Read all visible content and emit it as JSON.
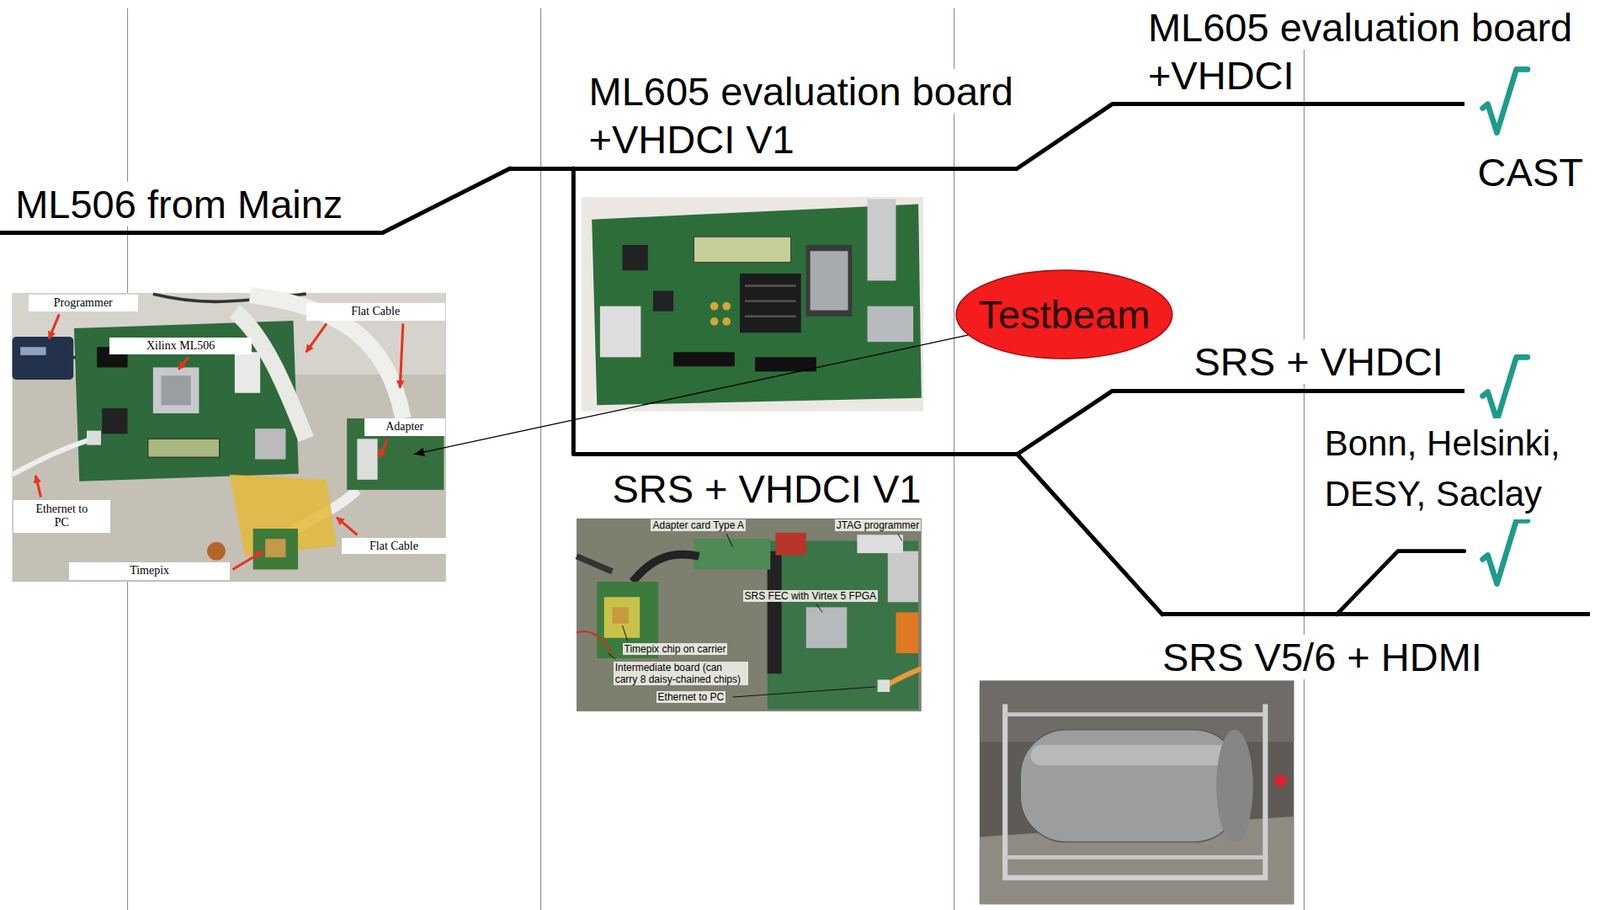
{
  "diagram": {
    "nodes": [
      {
        "text": [
          "ML506 from Mainz"
        ]
      },
      {
        "text": [
          "ML605 evaluation board +VHDCI V1"
        ]
      },
      {
        "text": [
          "ML605 evaluation board +VHDCI"
        ]
      },
      {
        "text": [
          "SRS + VHDCI V1"
        ]
      },
      {
        "text": [
          "Testbeam"
        ]
      },
      {
        "text": [
          "SRS + VHDCI"
        ]
      },
      {
        "text": [
          "SRS V5/6 + HDMI"
        ]
      }
    ],
    "edges": [
      {
        "from": 0,
        "to": 1,
        "arrow": "none"
      },
      {
        "from": 1,
        "to": 2,
        "arrow": "none"
      },
      {
        "from": 1,
        "to": 3,
        "arrow": "none"
      },
      {
        "from": 3,
        "to": 5,
        "arrow": "none"
      },
      {
        "from": 3,
        "to": 6,
        "arrow": "none"
      },
      {
        "from": 4,
        "to": 3,
        "arrow": "to"
      }
    ],
    "labels": [
      "CAST",
      "Bonn, Helsinki, DESY, Saclay",
      "Programmer",
      "Flat Cable",
      "Xilinx ML506",
      "Adapter",
      "Ethernet to PC",
      "Flat Cable",
      "Timepix",
      "Adapter card Type A",
      "JTAG programmer",
      "SRS FEC with Virtex 5 FPGA",
      "Timepix chip on carrier",
      "Intermediate board (can carry 8 daisy-chained chips)",
      "Ethernet to PC"
    ]
  }
}
